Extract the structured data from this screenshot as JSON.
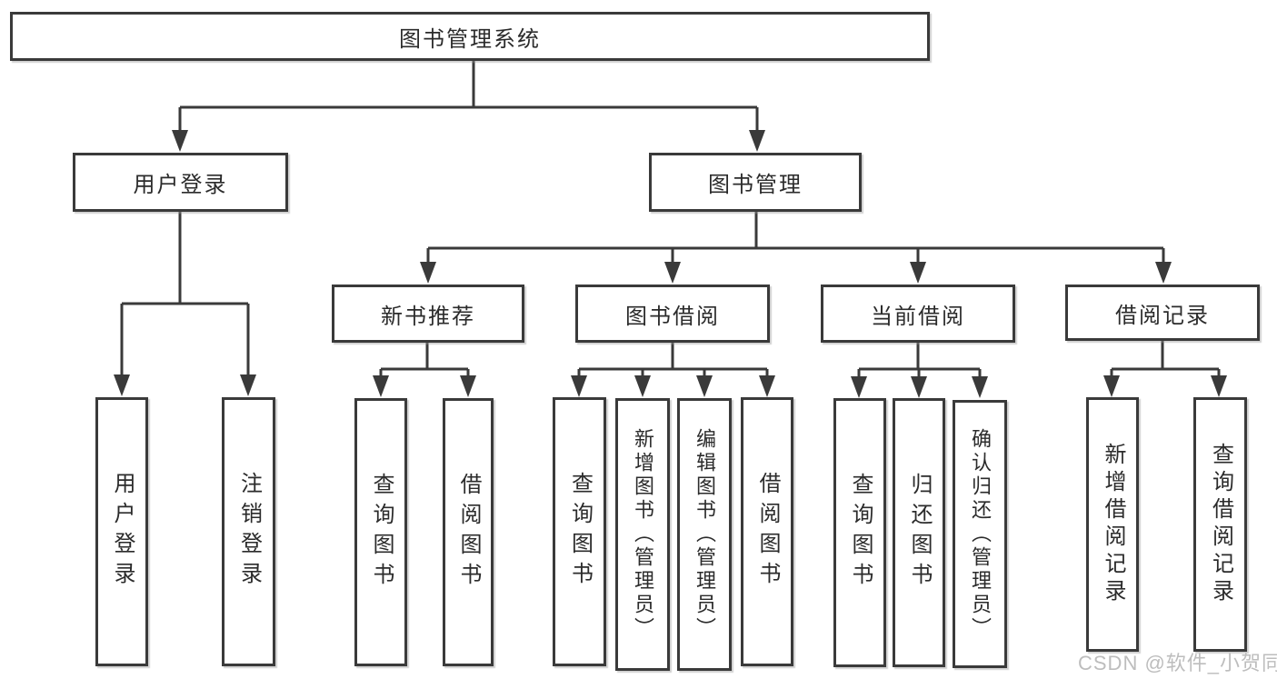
{
  "diagram": {
    "root": {
      "label": "图书管理系统"
    },
    "level2": [
      {
        "label": "用户登录"
      },
      {
        "label": "图书管理"
      }
    ],
    "level3": [
      {
        "label": "新书推荐"
      },
      {
        "label": "图书借阅"
      },
      {
        "label": "当前借阅"
      },
      {
        "label": "借阅记录"
      }
    ],
    "leaves": {
      "user": [
        {
          "label": "用户登录"
        },
        {
          "label": "注销登录"
        }
      ],
      "recommend": [
        {
          "label": "查询图书"
        },
        {
          "label": "借阅图书"
        }
      ],
      "borrow": [
        {
          "label": "查询图书"
        },
        {
          "label": "新增图书（管理员）"
        },
        {
          "label": "编辑图书（管理员）"
        },
        {
          "label": "借阅图书"
        }
      ],
      "current": [
        {
          "label": "查询图书"
        },
        {
          "label": "归还图书"
        },
        {
          "label": "确认归还（管理员）"
        }
      ],
      "record": [
        {
          "label": "新增借阅记录"
        },
        {
          "label": "查询借阅记录"
        }
      ]
    },
    "watermark": "CSDN @软件_小贺同学",
    "colors": {
      "line": "#3a3a3a",
      "text": "#2b2b2b",
      "watermark": "#bdbdbd",
      "background": "#ffffff"
    }
  }
}
